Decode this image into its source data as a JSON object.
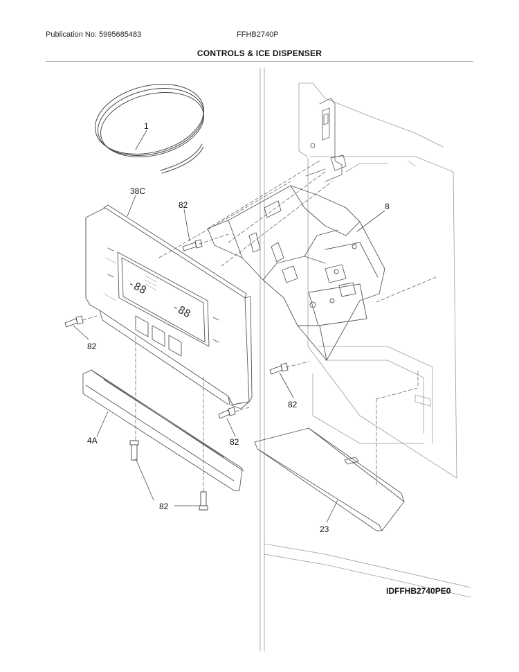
{
  "header": {
    "publication": "Publication No: 5995685483",
    "model": "FFHB2740P",
    "title": "CONTROLS & ICE DISPENSER"
  },
  "diagram_ref": "IDFFHB2740PE0",
  "callouts": [
    {
      "id": "tubing",
      "label": "1"
    },
    {
      "id": "control-housing",
      "label": "38C"
    },
    {
      "id": "screw-top",
      "label": "82"
    },
    {
      "id": "dispenser-assembly",
      "label": "8"
    },
    {
      "id": "screw-left",
      "label": "82"
    },
    {
      "id": "screw-right",
      "label": "82"
    },
    {
      "id": "screw-bottom-mid",
      "label": "82"
    },
    {
      "id": "trim",
      "label": "4A"
    },
    {
      "id": "screw-bottom",
      "label": "82"
    },
    {
      "id": "drip-tray",
      "label": "23"
    }
  ],
  "display_digits": [
    "-88",
    "-88"
  ]
}
